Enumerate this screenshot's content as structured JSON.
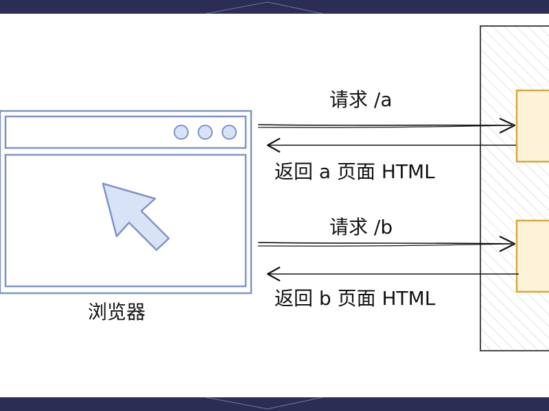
{
  "colors": {
    "banner": "#2b2d55",
    "browser_stroke": "#7d93c7",
    "browser_fill": "#ffffff",
    "cursor_fill": "#d9e3f7",
    "server_box_stroke": "#d9a73a",
    "server_box_fill": "#fdf3d8",
    "server_panel_hatch": "#c9c9c9",
    "arrow": "#111111"
  },
  "browser": {
    "label": "浏览器",
    "icons": [
      "window-dot-icon",
      "window-dot-icon",
      "window-dot-icon"
    ],
    "cursor_icon": "cursor-arrow-icon"
  },
  "requests": [
    {
      "request_label": "请求 /a",
      "response_label": "返回 a 页面 HTML"
    },
    {
      "request_label": "请求 /b",
      "response_label": "返回 b 页面 HTML"
    }
  ]
}
